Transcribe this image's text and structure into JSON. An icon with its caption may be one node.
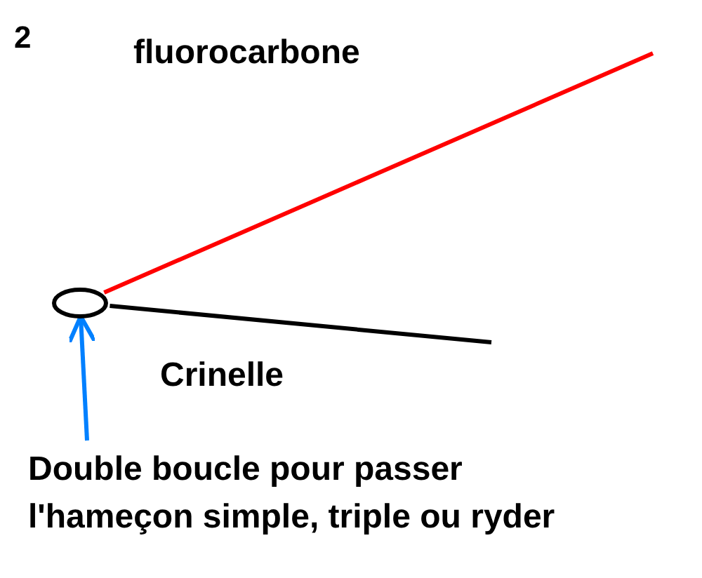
{
  "diagram": {
    "nodes": [
      {
        "text": [],
        "shape": "circle"
      },
      {
        "text": [
          "Double boucle pour passer l'hameçon simple, triple ou ryder"
        ]
      }
    ],
    "edges": [
      {
        "from": 0,
        "to": null,
        "arrow": "none",
        "color": "#ff0000"
      },
      {
        "from": 0,
        "to": null,
        "arrow": "none",
        "color": "#000000"
      },
      {
        "from": 1,
        "to": 0,
        "arrow": "to",
        "color": "#0080ff"
      }
    ],
    "labels": [
      "2",
      "fluorocarbone",
      "Crinelle"
    ]
  }
}
